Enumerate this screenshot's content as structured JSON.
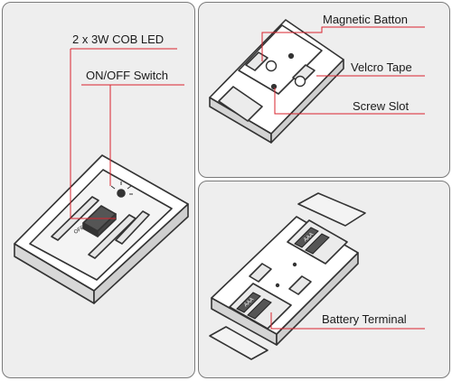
{
  "labels": {
    "cob_led": "2 x 3W COB LED",
    "switch": "ON/OFF Switch",
    "magnetic": "Magnetic Batton",
    "velcro": "Velcro Tape",
    "screw": "Screw Slot",
    "battery": "Battery Terminal",
    "off_mark": "OFF",
    "battery_marks": "AAA"
  },
  "colors": {
    "panel_bg": "#eeeeee",
    "panel_border": "#7a7a7a",
    "device_stroke": "#333333",
    "leader_line": "#d9232e"
  }
}
